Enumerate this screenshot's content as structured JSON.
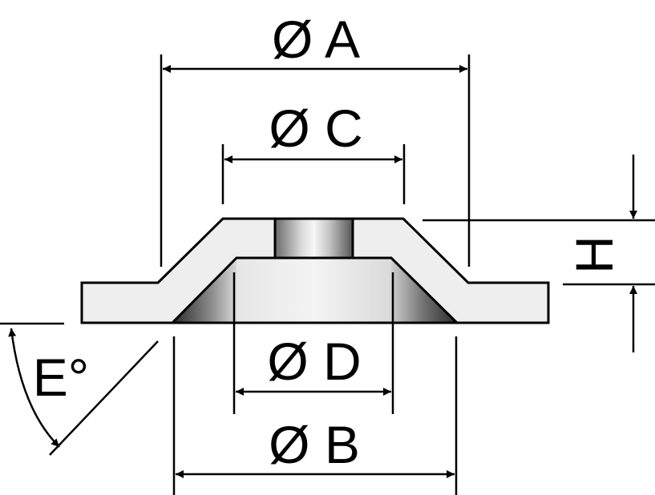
{
  "diagram": {
    "labels": {
      "dim_a": "Ø A",
      "dim_c": "Ø C",
      "dim_d": "Ø D",
      "dim_b": "Ø B",
      "dim_h": "H",
      "angle_e": "E°"
    },
    "colors": {
      "line": "#000000",
      "part_fill": "#eeeeee",
      "background": "#ffffff"
    }
  }
}
